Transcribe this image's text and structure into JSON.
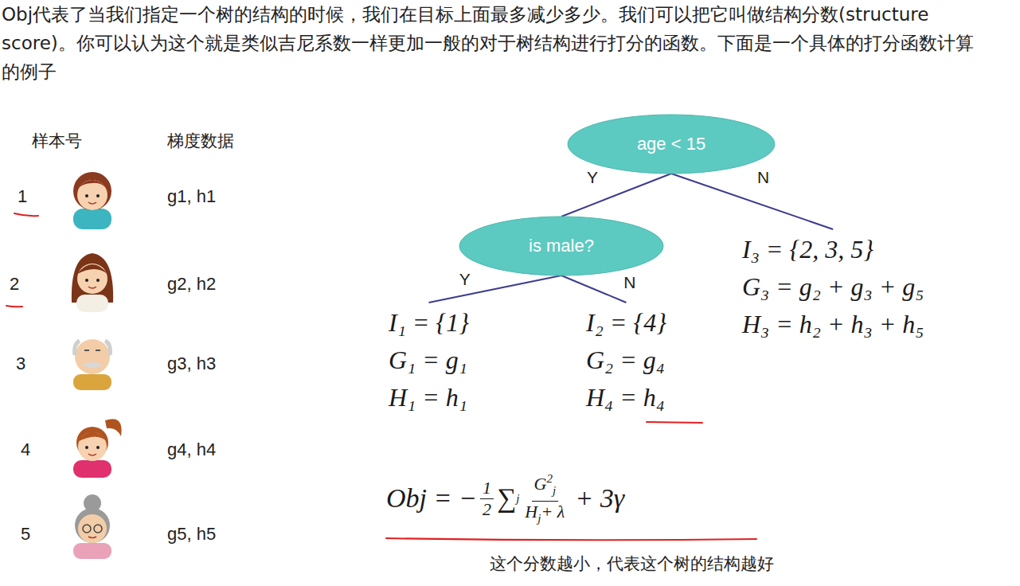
{
  "diagram": {
    "caption": "这个分数越小，代表这个树的结构越好",
    "nodes": [
      {
        "text": [
          "age < 15"
        ]
      },
      {
        "text": [
          "is male?"
        ]
      },
      {
        "text": [
          "I₃ = {2, 3, 5}",
          "G₃ = g₂ + g₃ + g₅",
          "H₃ = h₂ + h₃ + h₅"
        ]
      },
      {
        "text": [
          "I₁ = {1}",
          "G₁ = g₁",
          "H₁ = h₁"
        ]
      },
      {
        "text": [
          "I₂ = {4}",
          "G₂ = g₄",
          "H₄ = h₄"
        ]
      }
    ],
    "edges": [
      {
        "from": 0,
        "to": 1,
        "label": "Y",
        "arrow": "none"
      },
      {
        "from": 0,
        "to": 2,
        "label": "N",
        "arrow": "none"
      },
      {
        "from": 1,
        "to": 3,
        "label": "Y",
        "arrow": "none"
      },
      {
        "from": 1,
        "to": 4,
        "label": "N",
        "arrow": "none"
      }
    ],
    "labels": [
      "Obj代表了当我们指定一个树的结构的时候，我们在目标上面最多减少多少。我们可以把它叫做结构分数(structure score)。你可以认为这个就是类似吉尼系数一样更加一般的对于树结构进行打分的函数。下面是一个具体的打分函数计算的例子",
      "样本号",
      "梯度数据",
      "1",
      "g1, h1",
      "2",
      "g2, h2",
      "3",
      "g3, h3",
      "4",
      "g4, h4",
      "5",
      "g5, h5",
      "Obj = −",
      "1",
      "2",
      "∑",
      "j",
      "G",
      "2",
      "j",
      "H",
      "j",
      "+ λ",
      "+ 3γ"
    ]
  }
}
